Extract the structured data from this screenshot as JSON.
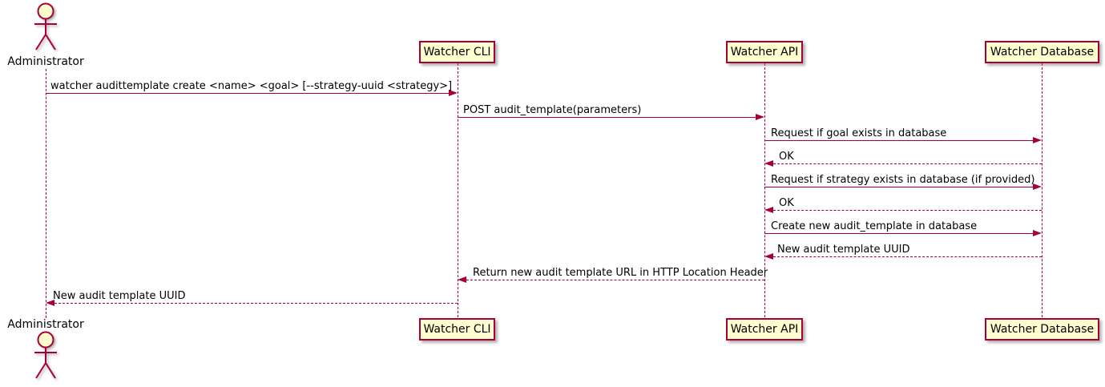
{
  "diagram": {
    "type": "sequence",
    "actor": {
      "label": "Administrator"
    },
    "participants": [
      {
        "label": "Watcher CLI"
      },
      {
        "label": "Watcher API"
      },
      {
        "label": "Watcher Database"
      }
    ],
    "colors": {
      "stroke": "#A80036",
      "participant_fill": "#FEFECE",
      "text": "#000000",
      "background": "#ffffff"
    },
    "messages": [
      {
        "from": "Administrator",
        "to": "Watcher CLI",
        "line": "solid",
        "label": "watcher audittemplate create <name> <goal> [--strategy-uuid <strategy>]"
      },
      {
        "from": "Watcher CLI",
        "to": "Watcher API",
        "line": "solid",
        "label": "POST audit_template(parameters)"
      },
      {
        "from": "Watcher API",
        "to": "Watcher Database",
        "line": "solid",
        "label": "Request if goal exists in database"
      },
      {
        "from": "Watcher Database",
        "to": "Watcher API",
        "line": "dashed",
        "label": "OK"
      },
      {
        "from": "Watcher API",
        "to": "Watcher Database",
        "line": "solid",
        "label": "Request if strategy exists in database (if provided)"
      },
      {
        "from": "Watcher Database",
        "to": "Watcher API",
        "line": "dashed",
        "label": "OK"
      },
      {
        "from": "Watcher API",
        "to": "Watcher Database",
        "line": "solid",
        "label": "Create new audit_template in database"
      },
      {
        "from": "Watcher Database",
        "to": "Watcher API",
        "line": "dashed",
        "label": "New audit template UUID"
      },
      {
        "from": "Watcher API",
        "to": "Watcher CLI",
        "line": "dashed",
        "label": "Return new audit template URL in HTTP Location Header"
      },
      {
        "from": "Watcher CLI",
        "to": "Administrator",
        "line": "dashed",
        "label": "New audit template UUID"
      }
    ]
  }
}
